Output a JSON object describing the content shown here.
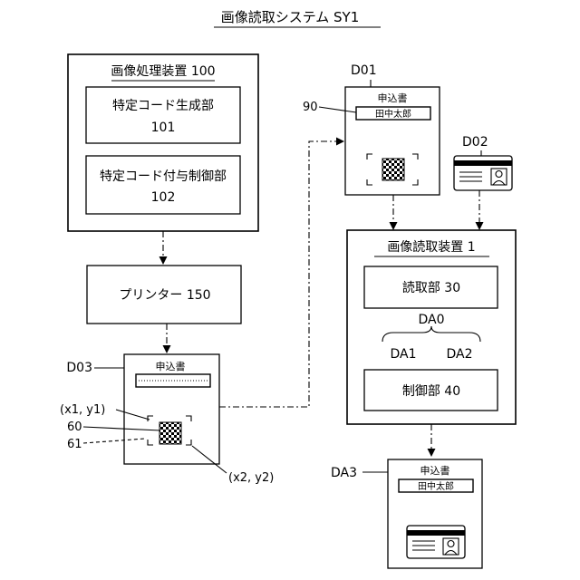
{
  "title": "画像読取システム SY1",
  "image_processor": {
    "label": "画像処理装置 100",
    "unit_101_name": "特定コード生成部",
    "unit_101_num": "101",
    "unit_102_name": "特定コード付与制御部",
    "unit_102_num": "102"
  },
  "printer": {
    "label": "プリンター 150"
  },
  "reader": {
    "label": "画像読取装置 1",
    "read_unit": "読取部 30",
    "control_unit": "制御部 40",
    "data_all": "DA0",
    "data_1": "DA1",
    "data_2": "DA2"
  },
  "documents": {
    "d01_label": "D01",
    "d01_title": "申込書",
    "d01_name": "田中太郎",
    "d01_ref": "90",
    "d02_label": "D02",
    "d03_label": "D03",
    "d03_title": "申込書",
    "d03_coord1": "(x1, y1)",
    "d03_coord2": "(x2, y2)",
    "d03_ref60": "60",
    "d03_ref61": "61",
    "da3_label": "DA3",
    "da3_title": "申込書",
    "da3_name": "田中太郎"
  }
}
